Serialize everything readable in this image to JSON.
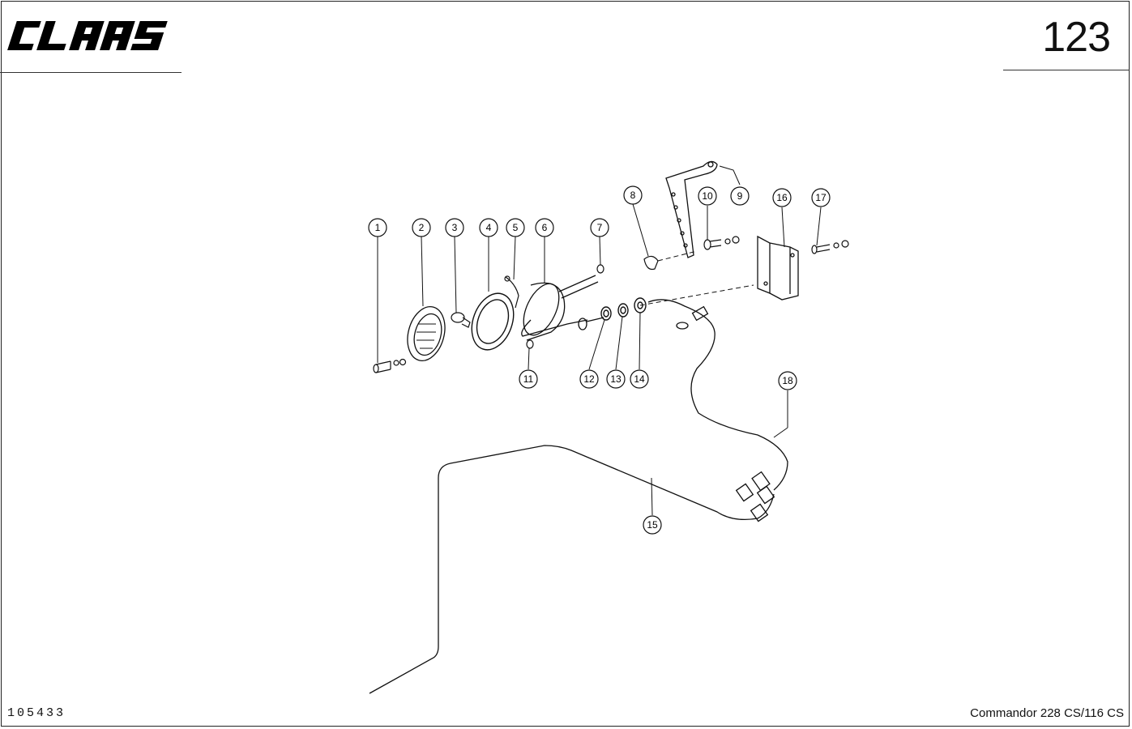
{
  "header": {
    "brand": "CLAAS",
    "page_number": "123"
  },
  "footer": {
    "doc_code": "105433",
    "model": "Commandor 228 CS/116 CS"
  },
  "callouts": [
    "1",
    "2",
    "3",
    "4",
    "5",
    "6",
    "7",
    "8",
    "9",
    "10",
    "11",
    "12",
    "13",
    "14",
    "15",
    "16",
    "17",
    "18"
  ]
}
